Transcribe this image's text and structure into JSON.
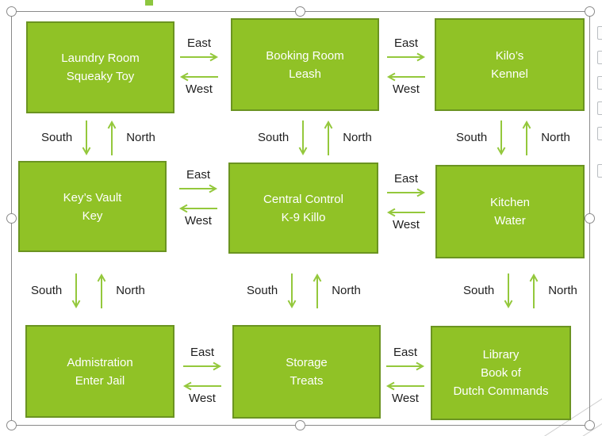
{
  "directions": {
    "east": "East",
    "west": "West",
    "south": "South",
    "north": "North"
  },
  "rooms": [
    {
      "id": "laundry",
      "lines": [
        "Laundry Room",
        "Squeaky Toy"
      ]
    },
    {
      "id": "booking",
      "lines": [
        "Booking Room",
        "Leash"
      ]
    },
    {
      "id": "kennel",
      "lines": [
        "Kilo’s",
        "Kennel"
      ]
    },
    {
      "id": "vault",
      "lines": [
        "Key’s Vault",
        "Key"
      ]
    },
    {
      "id": "central",
      "lines": [
        "Central Control",
        "K-9 Killo"
      ]
    },
    {
      "id": "kitchen",
      "lines": [
        "Kitchen",
        "Water"
      ]
    },
    {
      "id": "administration",
      "lines": [
        "Admistration",
        "Enter Jail"
      ]
    },
    {
      "id": "storage",
      "lines": [
        "Storage",
        "Treats"
      ]
    },
    {
      "id": "library",
      "lines": [
        "Library",
        "Book of",
        "Dutch Commands"
      ]
    }
  ],
  "colors": {
    "box_fill": "#90c226",
    "box_border": "#6b9421",
    "arrow_green": "#94c83c",
    "selection_gray": "#8a8a8a",
    "label_text": "#1f1f1f",
    "box_text": "#ffffff"
  }
}
